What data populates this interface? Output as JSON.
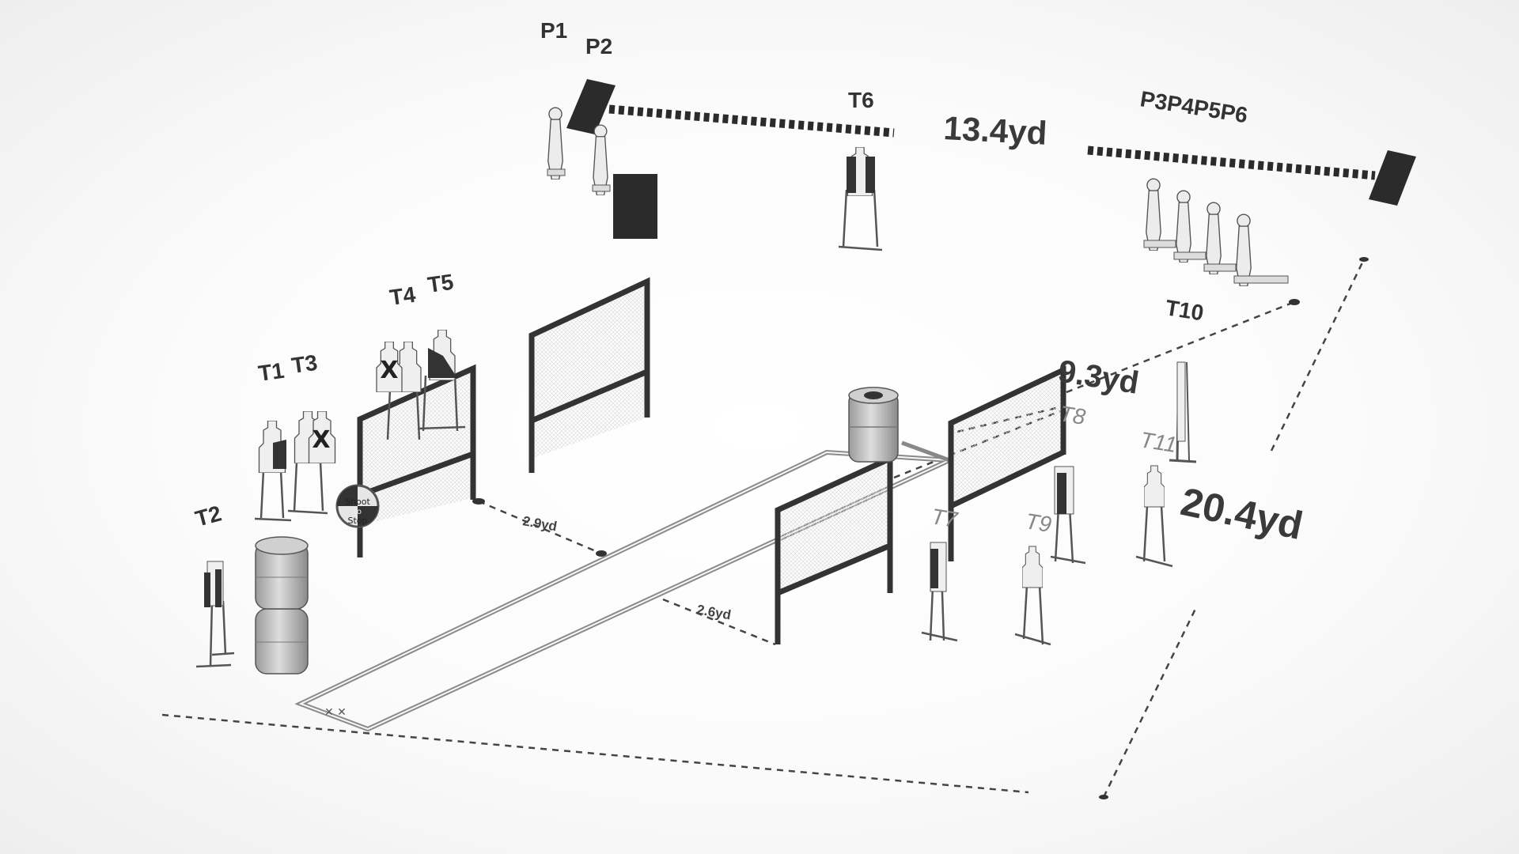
{
  "stage": {
    "target_labels": {
      "p1": "P1",
      "p2": "P2",
      "t6": "T6",
      "p3_p6": "P3P4P5P6",
      "t1": "T1",
      "t3": "T3",
      "t4": "T4",
      "t5": "T5",
      "t2": "T2",
      "t10": "T10",
      "t8": "T8",
      "t11": "T11",
      "t7": "T7",
      "t9": "T9"
    },
    "distances": {
      "top": "13.4yd",
      "right_mid": "9.3yd",
      "right_big": "20.4yd",
      "left_small": "2.9yd",
      "center_small": "2.6yd"
    },
    "sign": {
      "line1": "Shoot",
      "line2": "to",
      "line3": "Stop"
    },
    "colors": {
      "fill_dark": "#2b2b2b",
      "frame": "#333333",
      "target": "#efefef",
      "outline": "#555555"
    }
  }
}
